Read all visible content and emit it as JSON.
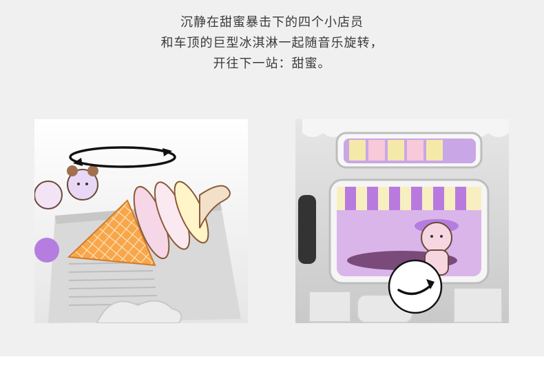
{
  "caption": {
    "line1": "沉静在甜蜜暴击下的四个小店员",
    "line2": "和车顶的巨型冰淇淋一起随音乐旋转，",
    "line3": "开往下一站：甜蜜。"
  },
  "photos": [
    {
      "icon": "rotate-arrows-icon"
    },
    {
      "icon": "rotate-arrow-circle-icon"
    }
  ]
}
